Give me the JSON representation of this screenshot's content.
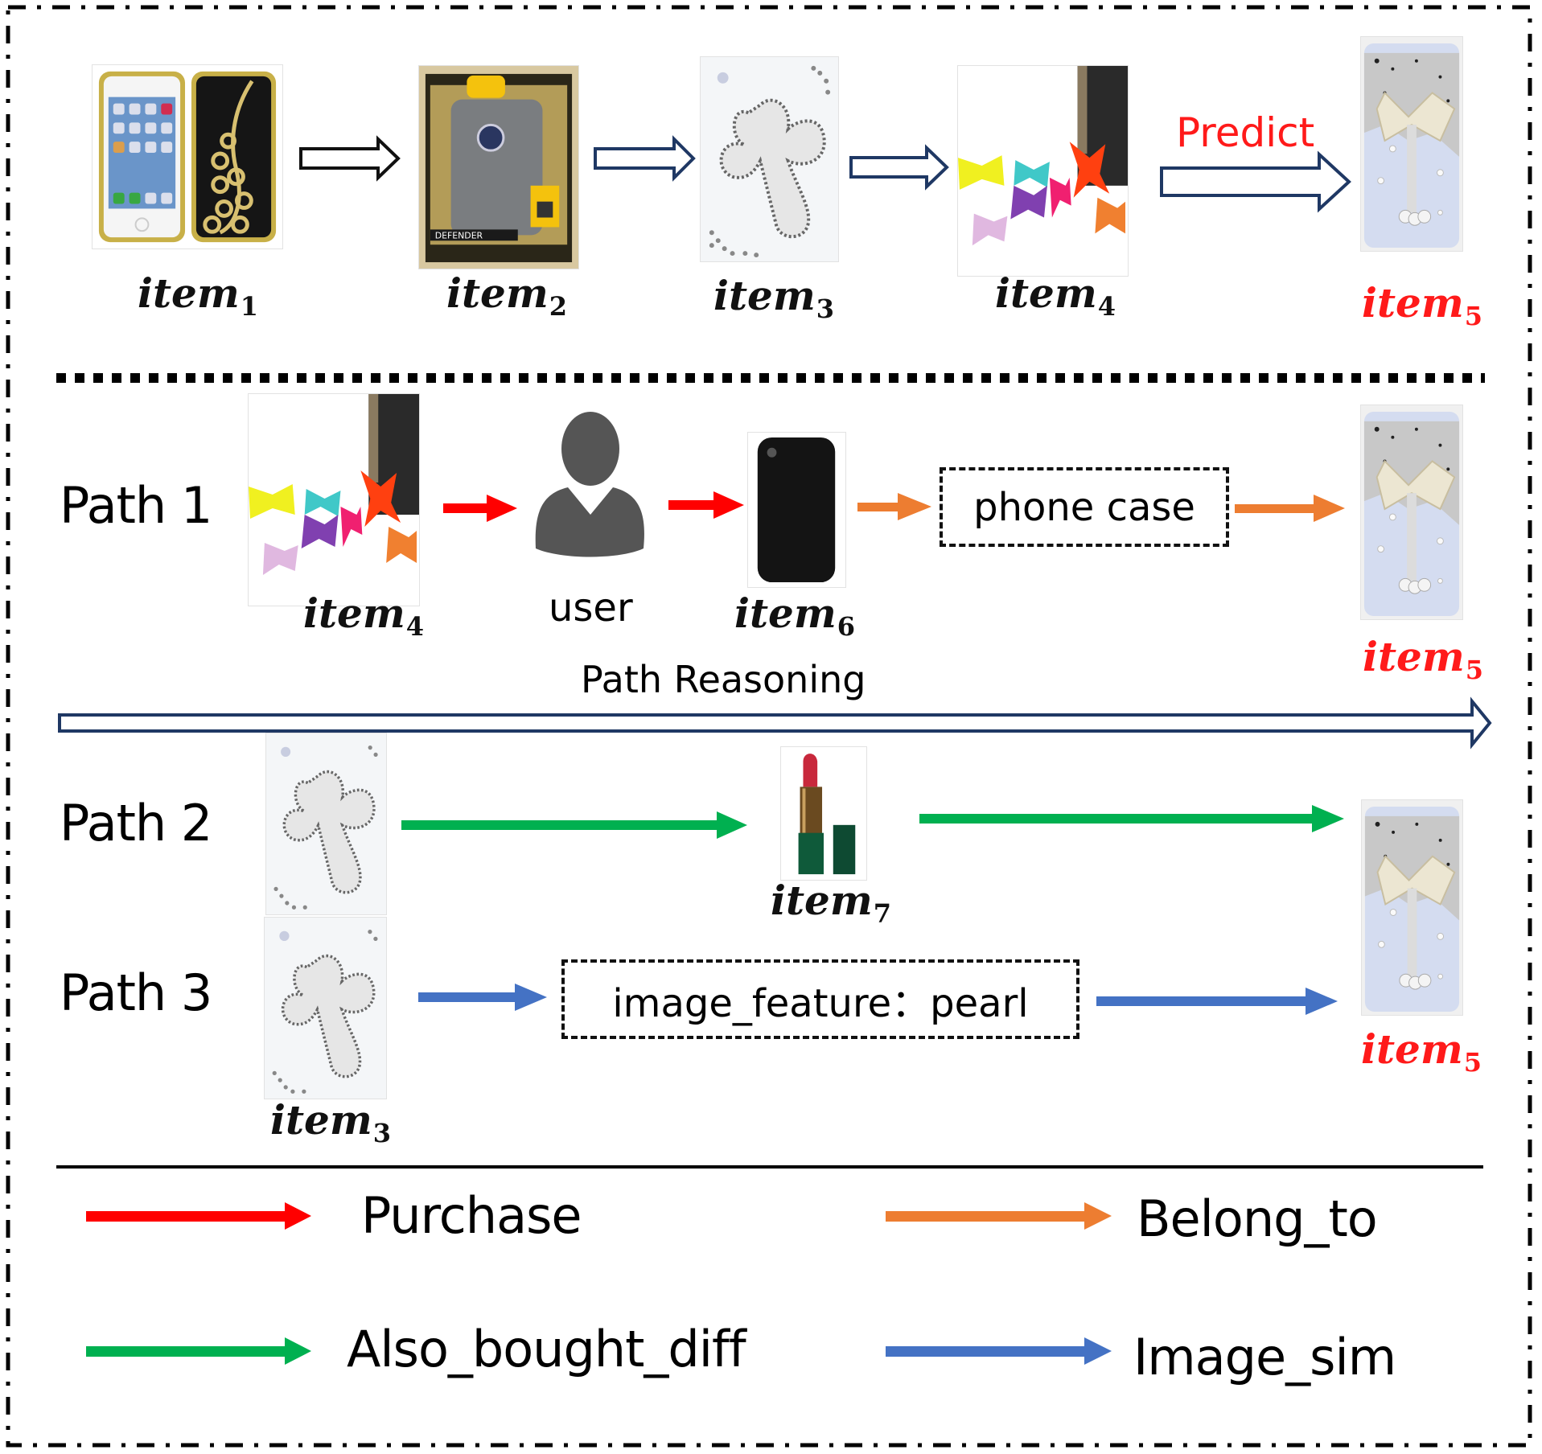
{
  "top_sequence": {
    "items": [
      {
        "id": "item1",
        "base": "item",
        "sub": "1",
        "depicts": "iPhone with gold peacock rhinestone case",
        "highlight": false
      },
      {
        "id": "item2",
        "base": "item",
        "sub": "2",
        "depicts": "OtterBox Defender phone case package",
        "highlight": false
      },
      {
        "id": "item3",
        "base": "item",
        "sub": "3",
        "depicts": "white rhinestone cross phone case",
        "highlight": false
      },
      {
        "id": "item4",
        "base": "item",
        "sub": "4",
        "depicts": "colorful bow dust plugs",
        "highlight": false
      },
      {
        "id": "item5",
        "base": "item",
        "sub": "5",
        "depicts": "pearl bow phone case",
        "highlight": true
      }
    ],
    "predict_label": "Predict"
  },
  "paths": {
    "path1": {
      "label": "Path 1",
      "start": {
        "base": "item",
        "sub": "4"
      },
      "user_label": "user",
      "mid_item": {
        "base": "item",
        "sub": "6"
      },
      "category_box": "phone case",
      "end": {
        "base": "item",
        "sub": "5"
      }
    },
    "reasoning_label": "Path Reasoning",
    "path2": {
      "label": "Path 2",
      "mid_item": {
        "base": "item",
        "sub": "7"
      }
    },
    "path3": {
      "label": "Path 3",
      "start": {
        "base": "item",
        "sub": "3"
      },
      "feature_box": "image_feature：pearl",
      "end": {
        "base": "item",
        "sub": "5"
      }
    }
  },
  "legend": {
    "entries": [
      {
        "label": "Purchase",
        "color": "#ff0000"
      },
      {
        "label": "Belong_to",
        "color": "#ed7d31"
      },
      {
        "label": "Also_bought_diff",
        "color": "#00b050"
      },
      {
        "label": "Image_sim",
        "color": "#4472c4"
      }
    ]
  },
  "colors": {
    "purchase": "#ff0000",
    "belong_to": "#ed7d31",
    "also_bought_diff": "#00b050",
    "image_sim": "#4472c4",
    "highlight_text": "#ff1a1a",
    "hollow_arrow_navy": "#1f3864",
    "user_icon": "#555555"
  }
}
